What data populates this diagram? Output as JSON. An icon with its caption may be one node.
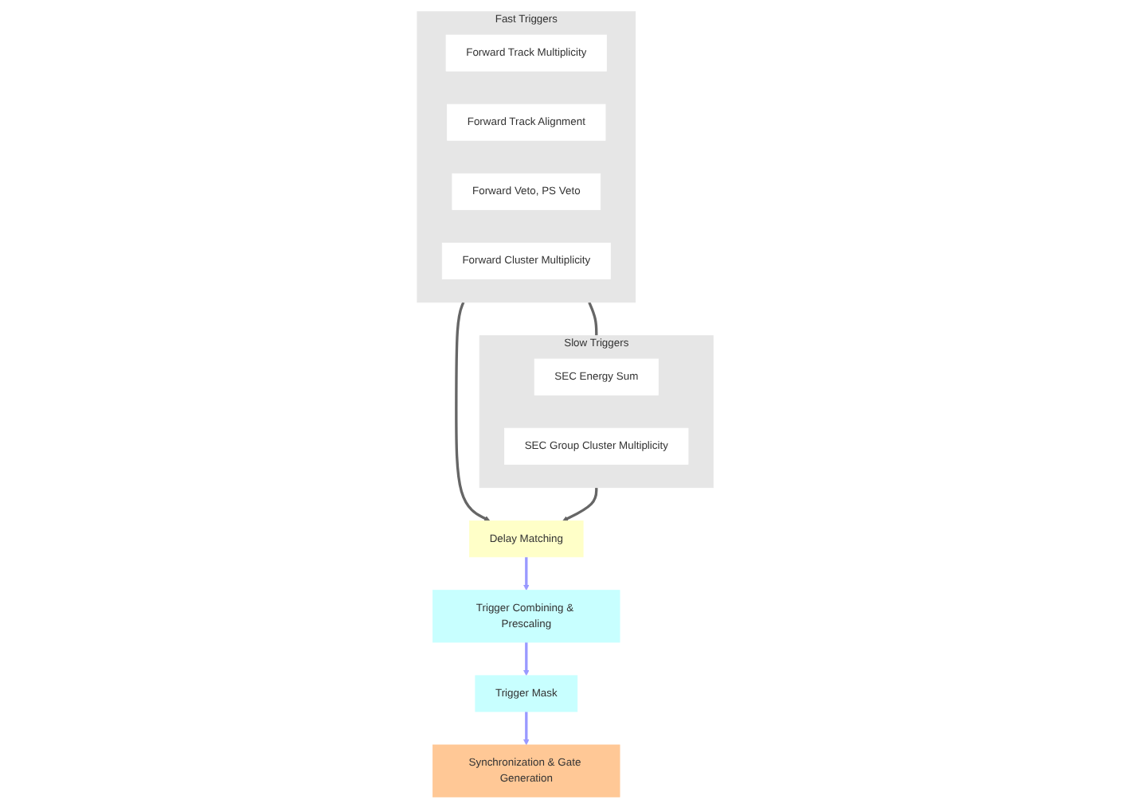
{
  "diagram": {
    "nodes": [
      {
        "text": [
          "Fast Triggers"
        ]
      },
      {
        "text": [
          "Forward Track Multiplicity"
        ],
        "in": 0
      },
      {
        "text": [
          "Forward Track Alignment"
        ],
        "in": 0
      },
      {
        "text": [
          "Forward Veto, PS Veto"
        ],
        "in": 0
      },
      {
        "text": [
          "Forward Cluster Multiplicity"
        ],
        "in": 0
      },
      {
        "text": [
          "Slow Triggers"
        ]
      },
      {
        "text": [
          "SEC Energy Sum"
        ],
        "in": 5
      },
      {
        "text": [
          "SEC Group Cluster Multiplicity"
        ],
        "in": 5
      },
      {
        "text": [
          "Delay Matching"
        ]
      },
      {
        "text": [
          "Trigger Combining & Prescaling"
        ]
      },
      {
        "text": [
          "Trigger Mask"
        ]
      },
      {
        "text": [
          "Synchronization & Gate Generation"
        ]
      }
    ],
    "edges": [
      {
        "from": 0,
        "to": 5,
        "arrow": "none"
      },
      {
        "from": 0,
        "to": 8,
        "arrow": "to"
      },
      {
        "from": 5,
        "to": 8,
        "arrow": "to"
      },
      {
        "from": 8,
        "to": 9,
        "arrow": "to",
        "color": "#9999ff"
      },
      {
        "from": 9,
        "to": 10,
        "arrow": "to",
        "color": "#9999ff"
      },
      {
        "from": 10,
        "to": 11,
        "arrow": "to",
        "color": "#9999ff"
      }
    ]
  }
}
